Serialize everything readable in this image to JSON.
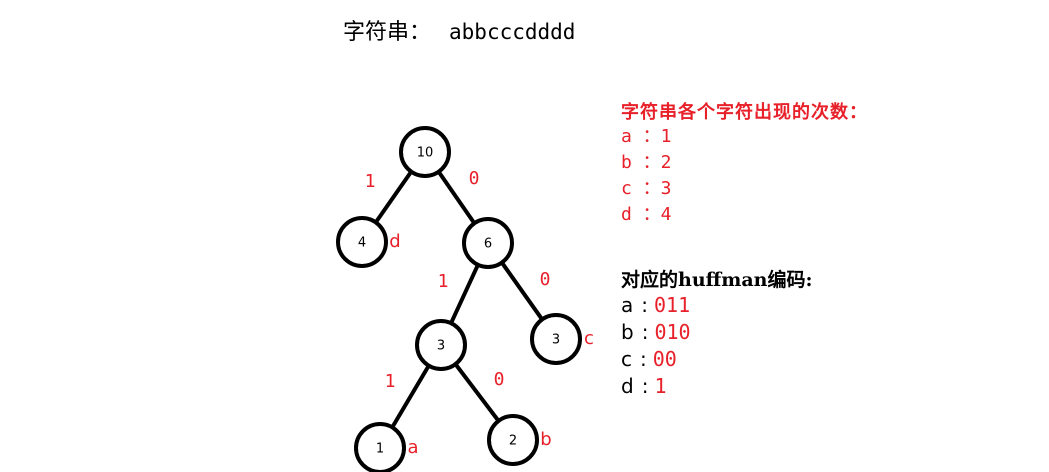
{
  "header": {
    "label": "字符串：",
    "value": "abbcccdddd"
  },
  "tree": {
    "nodes": [
      {
        "id": "root",
        "weight": "10",
        "symbol": ""
      },
      {
        "id": "d",
        "weight": "4",
        "symbol": "d"
      },
      {
        "id": "n6",
        "weight": "6",
        "symbol": ""
      },
      {
        "id": "n3",
        "weight": "3",
        "symbol": ""
      },
      {
        "id": "c",
        "weight": "3",
        "symbol": "c"
      },
      {
        "id": "a",
        "weight": "1",
        "symbol": "a"
      },
      {
        "id": "b",
        "weight": "2",
        "symbol": "b"
      }
    ],
    "edges": [
      {
        "from": "root",
        "to": "d",
        "bit": "1"
      },
      {
        "from": "root",
        "to": "n6",
        "bit": "0"
      },
      {
        "from": "n6",
        "to": "n3",
        "bit": "1"
      },
      {
        "from": "n6",
        "to": "c",
        "bit": "0"
      },
      {
        "from": "n3",
        "to": "a",
        "bit": "1"
      },
      {
        "from": "n3",
        "to": "b",
        "bit": "0"
      }
    ]
  },
  "frequency": {
    "heading": "字符串各个字符出现的次数：",
    "rows": [
      "a ：1",
      "b ：2",
      "c ：3",
      "d ：4"
    ]
  },
  "codes": {
    "heading": "对应的huffman编码:",
    "rows": [
      {
        "char": "a",
        "code": "011"
      },
      {
        "char": "b",
        "code": "010"
      },
      {
        "char": "c",
        "code": "00"
      },
      {
        "char": "d",
        "code": "1"
      }
    ]
  },
  "colors": {
    "accent": "#e8202a",
    "line": "#000000"
  }
}
